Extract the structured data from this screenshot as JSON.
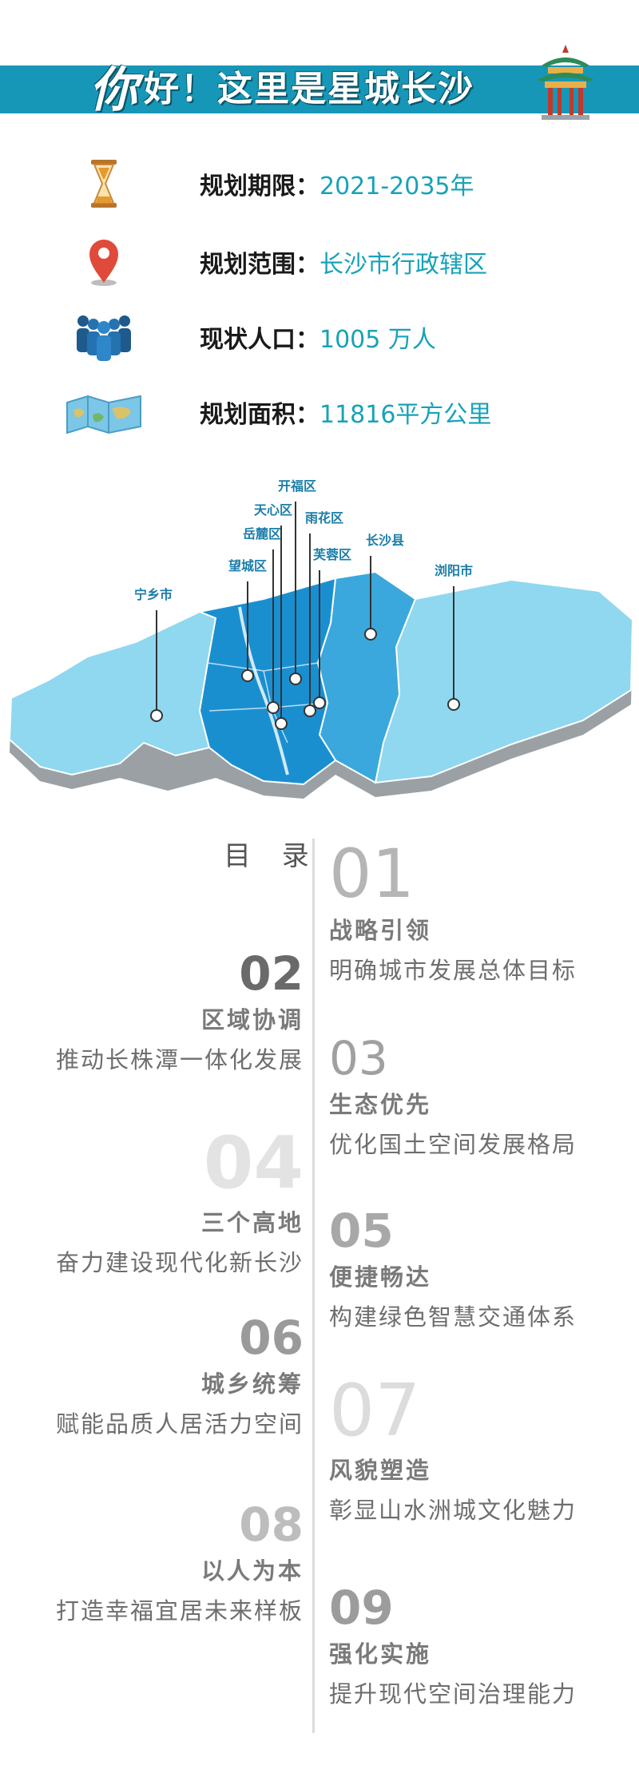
{
  "header": {
    "script_greeting": "你",
    "title_rest": "好！这里是星城长沙"
  },
  "info": [
    {
      "label": "规划期限：",
      "value": "2021-2035年",
      "icon": "hourglass-icon"
    },
    {
      "label": "规划范围：",
      "value": "长沙市行政辖区",
      "icon": "location-pin-icon"
    },
    {
      "label": "现状人口：",
      "value": "1005 万人",
      "icon": "people-icon"
    },
    {
      "label": "规划面积：",
      "value": "11816平方公里",
      "icon": "map-icon"
    }
  ],
  "map": {
    "districts": [
      "开福区",
      "天心区",
      "雨花区",
      "岳麓区",
      "长沙县",
      "芙蓉区",
      "望城区",
      "浏阳市",
      "宁乡市"
    ]
  },
  "toc": {
    "heading": "目 录",
    "items": [
      {
        "num": "01",
        "title": "战略引领",
        "sub": "明确城市发展总体目标"
      },
      {
        "num": "02",
        "title": "区域协调",
        "sub": "推动长株潭一体化发展"
      },
      {
        "num": "03",
        "title": "生态优先",
        "sub": "优化国土空间发展格局"
      },
      {
        "num": "04",
        "title": "三个高地",
        "sub": "奋力建设现代化新长沙"
      },
      {
        "num": "05",
        "title": "便捷畅达",
        "sub": "构建绿色智慧交通体系"
      },
      {
        "num": "06",
        "title": "城乡统筹",
        "sub": "赋能品质人居活力空间"
      },
      {
        "num": "07",
        "title": "风貌塑造",
        "sub": "彰显山水洲城文化魅力"
      },
      {
        "num": "08",
        "title": "以人为本",
        "sub": "打造幸福宜居未来样板"
      },
      {
        "num": "09",
        "title": "强化实施",
        "sub": "提升现代空间治理能力"
      }
    ]
  },
  "colors": {
    "accent": "#1797b7",
    "value_text": "#17a2b8",
    "map_center": "#1a8fd0",
    "map_outer": "#8fd8ef"
  }
}
